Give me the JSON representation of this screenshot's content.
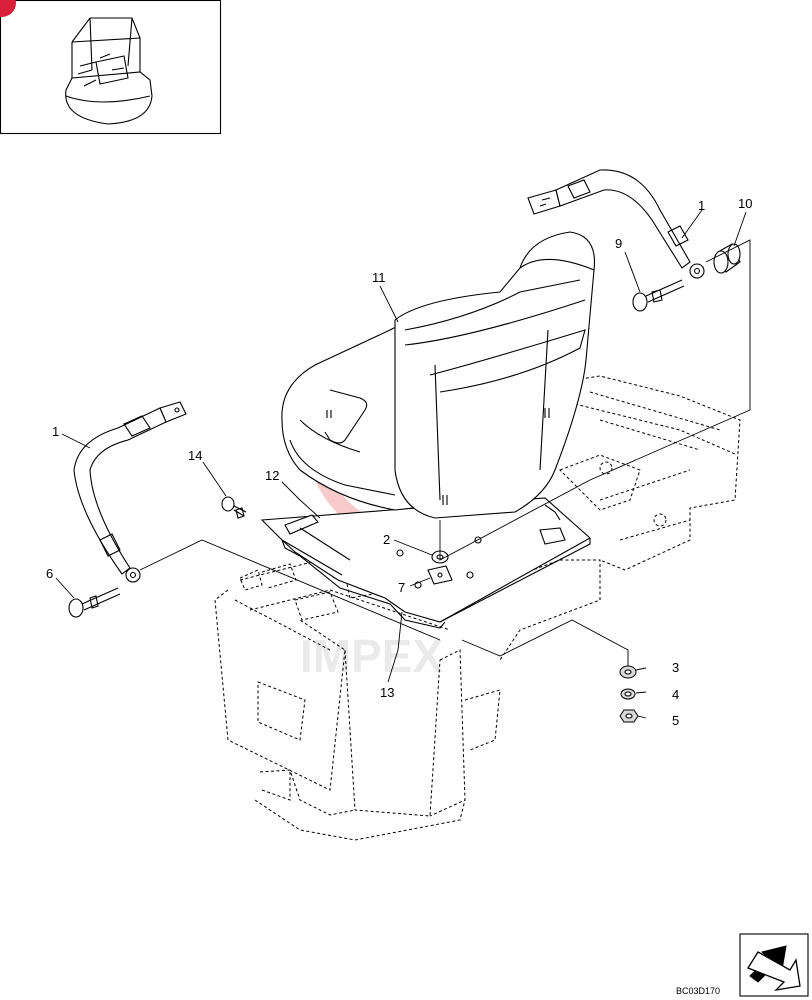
{
  "diagram": {
    "drawing_code": "BC03D170",
    "watermark_text": "IMPEX",
    "part_labels": [
      "1",
      "1",
      "2",
      "3",
      "4",
      "5",
      "6",
      "7",
      "9",
      "10",
      "11",
      "12",
      "13",
      "14"
    ]
  },
  "colors": {
    "line": "#000000",
    "watermark": "#f0a0a0",
    "corner_badge": "#d8203a"
  },
  "icons": {
    "thumbnail": "excavator-thumbnail-icon",
    "navigation": "next-page-arrow-icon"
  }
}
